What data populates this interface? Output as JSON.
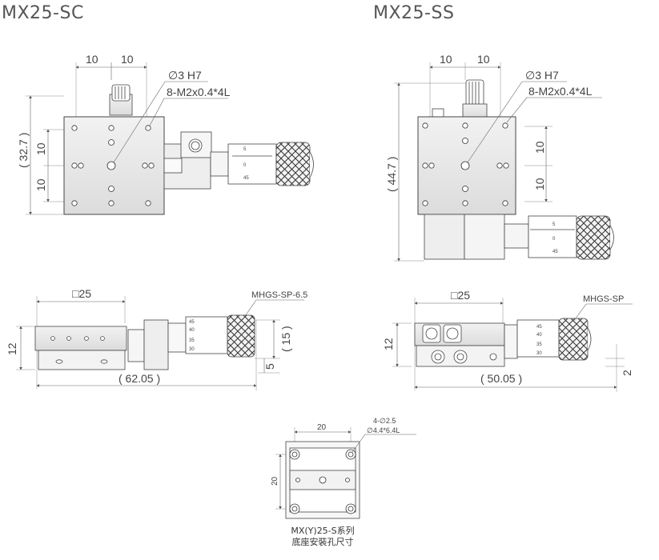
{
  "models": {
    "sc_title": "MX25-SC",
    "ss_title": "MX25-SS"
  },
  "sc_top": {
    "dim_pitch_1": "10",
    "dim_pitch_2": "10",
    "hole_callout": "∅3 H7",
    "thread_callout": "8-M2x0.4*4L",
    "height_dim": "( 32.7 )",
    "side_pitch_1": "10",
    "side_pitch_2": "10"
  },
  "ss_top": {
    "dim_pitch_1": "10",
    "dim_pitch_2": "10",
    "hole_callout": "∅3 H7",
    "thread_callout": "8-M2x0.4*4L",
    "height_dim": "( 44.7 )",
    "side_pitch_1": "10",
    "side_pitch_2": "10"
  },
  "sc_side": {
    "square_dim": "□25",
    "micrometer_label": "MHGS-SP-6.5",
    "height_dim": "12",
    "micrometer_height": "( 15 )",
    "offset_dim": "5",
    "length_dim": "( 62.05 )"
  },
  "ss_side": {
    "square_dim": "□25",
    "micrometer_label": "MHGS-SP",
    "height_dim": "12",
    "offset_dim": "2",
    "length_dim": "( 50.05 )"
  },
  "micrometer_scale": [
    "5",
    "0",
    "45",
    "40",
    "35",
    "30"
  ],
  "base": {
    "width_dim": "20",
    "height_dim": "20",
    "hole_callout_1": "4-∅2.5",
    "hole_callout_2": "∅4.4*6.4L",
    "caption_1": "MX(Y)25-S系列",
    "caption_2": "底座安裝孔尺寸"
  }
}
